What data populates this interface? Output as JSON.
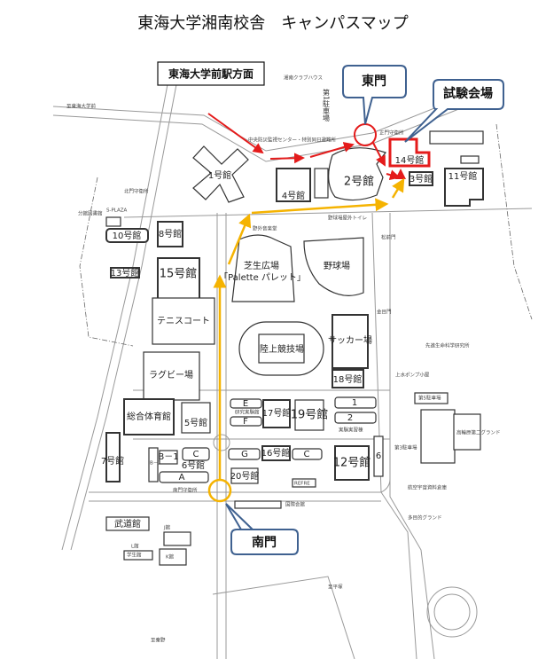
{
  "title": "東海大学湘南校舎　キャンパスマップ",
  "station_box": "東海大学前駅方面",
  "callouts": {
    "east_gate": "東門",
    "exam_venue": "試験会場",
    "south_gate": "南門"
  },
  "buildings": {
    "b1": "1号館",
    "b2": "2号館",
    "b3": "3号館",
    "b4": "4号館",
    "b5": "5号館",
    "b6": "6号館",
    "b7": "7号館",
    "b8": "8号館",
    "b10": "10号館",
    "b11": "11号館",
    "b12": "12号館",
    "b13": "13号館",
    "b14": "14号館",
    "b15": "15号館",
    "b16": "16号館",
    "b17": "17号館",
    "b18": "18号館",
    "b19": "19号館",
    "b20": "20号館"
  },
  "facilities": {
    "lawn": "芝生広場",
    "lawn_sub": "「Palette パレット」",
    "baseball": "野球場",
    "tennis": "テニスコート",
    "rugby": "ラグビー場",
    "track": "陸上競技場",
    "soccer": "サッカー場",
    "gym": "総合体育館",
    "lab_bldg": "研究実験館",
    "practice": "実験実習棟",
    "refre": "REFRE",
    "multi_ground": "多目的グランド",
    "budo": "武道館",
    "international": "国際会館",
    "parking1": "第1駐車場",
    "parking5": "第5駐車場",
    "parking3": "第3駐車場",
    "e": "E",
    "f": "F",
    "g": "G",
    "c1": "C",
    "c2": "C",
    "a": "A",
    "b_1": "B－1",
    "b_2": "B－2",
    "one": "1",
    "two": "2",
    "six": "6",
    "j": "J館",
    "k": "K館",
    "l": "L館",
    "gakusei": "学生館",
    "higashi_grand": "高輪原第二グランド",
    "outdoor_stage": "野外音楽堂",
    "mae": "至東海大学前",
    "shihei": "至平塚",
    "shihadano": "至秦野"
  },
  "small_labels": {
    "n_gate": "北門守衛所",
    "kita_chuo": "中央防災監視センター・特別同日避難所",
    "yakyu_toilet": "野球場屋外トイレ",
    "matsu_gate": "松前門",
    "kin_gate": "金目門",
    "s_gate_guard": "南門守衛所",
    "shomon": "正門守衛所",
    "kokua": "航空宇宙資料倉庫",
    "club": "湘南クラブハウス",
    "spl": "S-PLAZA",
    "lib": "分館図書館",
    "seimei": "先進生命科学研究所",
    "pump": "上水ポンプ小屋"
  }
}
